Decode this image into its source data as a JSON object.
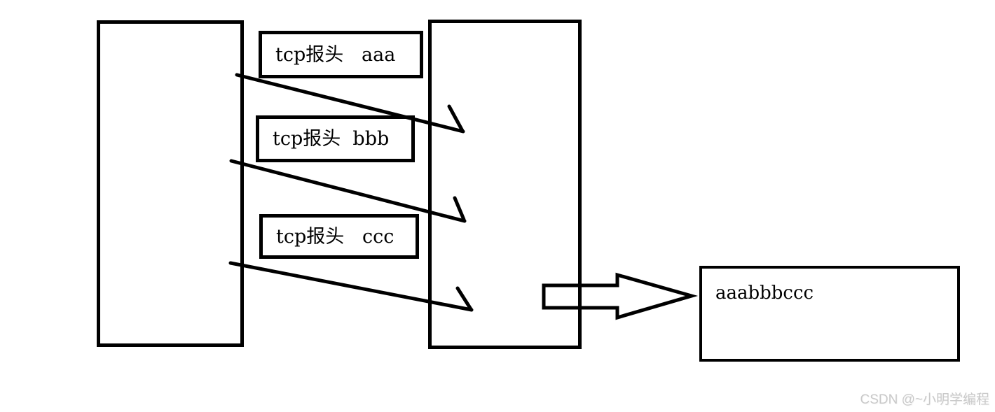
{
  "diagram": {
    "tcp_segment_boxes": [
      {
        "label": "tcp报头   aaa"
      },
      {
        "label": "tcp报头  bbb"
      },
      {
        "label": "tcp报头   ccc"
      }
    ],
    "result_box": {
      "label": "aaabbbccc"
    },
    "watermark": {
      "text": "CSDN @~小明学编程"
    },
    "colors": {
      "line": "#000000",
      "box_fill": "#ffffff",
      "background": "#ffffff",
      "watermark": "#c9c9c9"
    }
  }
}
